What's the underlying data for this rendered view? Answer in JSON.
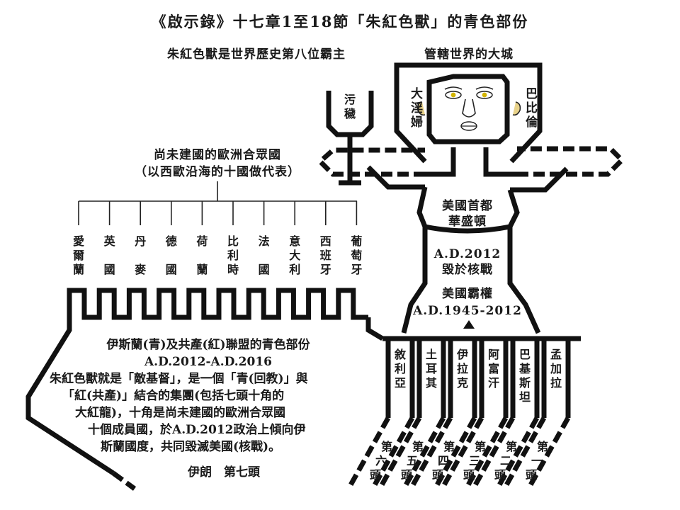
{
  "title": "《啟示錄》十七章1至18節「朱紅色獸」的青色部份",
  "subtitle": "朱紅色獸是世界歷史第八位霸主",
  "woman": {
    "top_label": "管轄世界的大城",
    "left_side": "大淫婦",
    "right_side": "巴比倫",
    "cup_label": "污穢"
  },
  "torso": {
    "capital": [
      "美國首都",
      "華盛頓"
    ],
    "destroyed": [
      "A.D.2012",
      "毀於核戰"
    ],
    "hegemony": [
      "美國霸權",
      "A.D.1945-2012"
    ]
  },
  "eu": {
    "heading": [
      "尚未建國的歐洲合眾國",
      "（以西歐沿海的十國做代表）"
    ],
    "countries": [
      "愛爾蘭",
      "英國",
      "丹麥",
      "德國",
      "荷蘭",
      "比利時",
      "法國",
      "意大利",
      "西班牙",
      "葡萄牙"
    ]
  },
  "alliance": {
    "heading": [
      "伊斯蘭(青)及共產(紅)聯盟的青色部份",
      "A.D.2012-A.D.2016"
    ],
    "body": [
      "朱紅色獸就是「敵基督」，是一個「青(回教)」與",
      "「紅(共產)」結合的集團(包括七頭十角的",
      "大紅龍)，十角是尚未建國的歐洲合眾國",
      "十個成員國，於A.D.2012政治上傾向伊",
      "斯蘭國度，共同毀滅美國(核戰)。"
    ],
    "seventh_head": "伊朗　第七頭"
  },
  "heads": [
    {
      "country": "敘利亞",
      "head": "第六頭"
    },
    {
      "country": "土耳其",
      "head": "第五頭"
    },
    {
      "country": "伊拉克",
      "head": "第四頭"
    },
    {
      "country": "阿富汗",
      "head": "第三頭"
    },
    {
      "country": "巴基斯坦",
      "head": "第二頭"
    },
    {
      "country": "孟加拉",
      "head": "第一頭"
    }
  ]
}
